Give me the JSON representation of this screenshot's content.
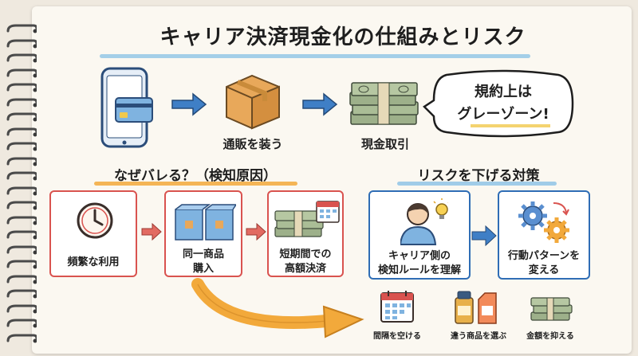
{
  "title": "キャリア決済現金化の仕組みとリスク",
  "flow": {
    "step2_label": "通販を装う",
    "step3_label": "現金取引",
    "bubble_line1": "規約上は",
    "bubble_line2": "グレーゾーン!"
  },
  "why": {
    "heading": "なぜバレる？（検知原因）",
    "boxes": [
      {
        "line1": "頻繁な利用",
        "line2": ""
      },
      {
        "line1": "同一商品",
        "line2": "購入"
      },
      {
        "line1": "短期間での",
        "line2": "高額決済"
      }
    ]
  },
  "risk": {
    "heading": "リスクを下げる対策",
    "boxes": [
      {
        "line1": "キャリア側の",
        "line2": "検知ルールを理解"
      },
      {
        "line1": "行動パターンを",
        "line2": "変える"
      }
    ],
    "tips": [
      "間隔を空ける",
      "違う商品を選ぶ",
      "金額を抑える"
    ]
  },
  "colors": {
    "red": "#d9534f",
    "blue": "#2f6db5",
    "arrow_blue": "#3f7fc6",
    "arrow_orange": "#f2a93b"
  }
}
